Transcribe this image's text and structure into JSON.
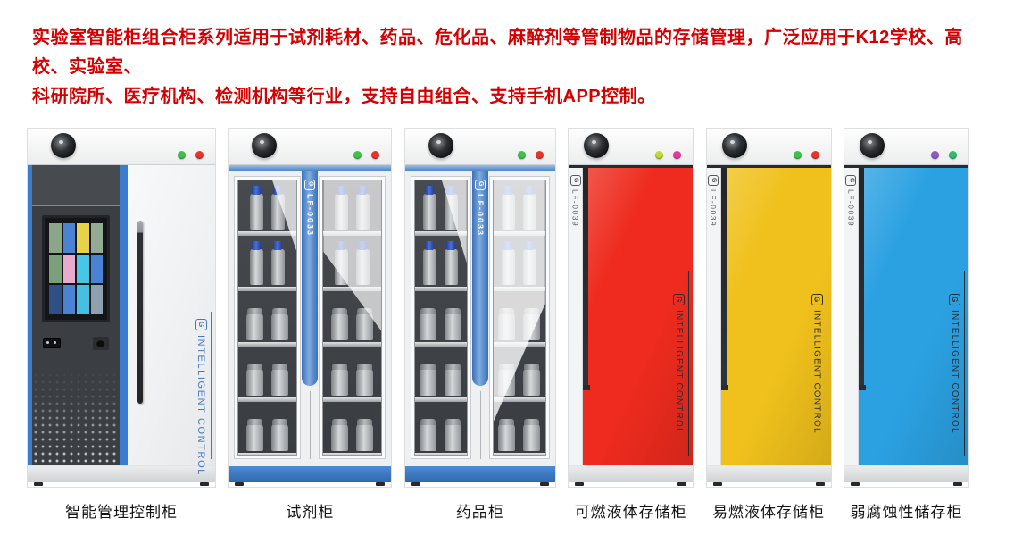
{
  "description": {
    "line1": "实验室智能柜组合柜系列适用于试剂耗材、药品、危化品、麻醉剂等管制物品的存储管理，广泛应用于K12学校、高校、实验室、",
    "line2": "科研院所、医疗机构、检测机构等行业，支持自由组合、支持手机APP控制。",
    "color": "#d40000"
  },
  "colors": {
    "accent_blue": "#3c7cd0",
    "base_blue": "#3a74bd",
    "brand_text_blue": "#4577c2"
  },
  "cabinets": [
    {
      "label": "智能管理控制柜",
      "type": "control",
      "brand": "INTELLIGENT CONTROL",
      "lights": [
        {
          "name": "green",
          "color": "#3fc24a"
        },
        {
          "name": "red",
          "color": "#e6352b"
        }
      ]
    },
    {
      "label": "试剂柜",
      "type": "glass",
      "model": "LF-0033",
      "lights": [
        {
          "name": "green",
          "color": "#3fc24a"
        },
        {
          "name": "red",
          "color": "#e6352b"
        }
      ]
    },
    {
      "label": "药品柜",
      "type": "glass",
      "model": "LF-0033",
      "lights": [
        {
          "name": "green",
          "color": "#3fc24a"
        },
        {
          "name": "red",
          "color": "#e6352b"
        }
      ]
    },
    {
      "label": "可燃液体存储柜",
      "type": "solid",
      "model": "LF-0039",
      "brand": "INTELLIGENT CONTROL",
      "door_color": "#ee2b1e",
      "lights": [
        {
          "name": "yellow-green",
          "color": "#c5d832"
        },
        {
          "name": "magenta",
          "color": "#e73a9f"
        }
      ]
    },
    {
      "label": "易燃液体存储柜",
      "type": "solid",
      "model": "LF-0039",
      "brand": "INTELLIGENT CONTROL",
      "door_color": "#f0c11c",
      "lights": [
        {
          "name": "green",
          "color": "#3fc24a"
        },
        {
          "name": "red",
          "color": "#e6352b"
        }
      ]
    },
    {
      "label": "弱腐蚀性储存柜",
      "type": "solid",
      "model": "LF-0039",
      "brand": "INTELLIGENT CONTROL",
      "door_color": "#2ba1e2",
      "lights": [
        {
          "name": "purple",
          "color": "#8f58cc"
        },
        {
          "name": "green",
          "color": "#2fbf66"
        }
      ]
    }
  ]
}
